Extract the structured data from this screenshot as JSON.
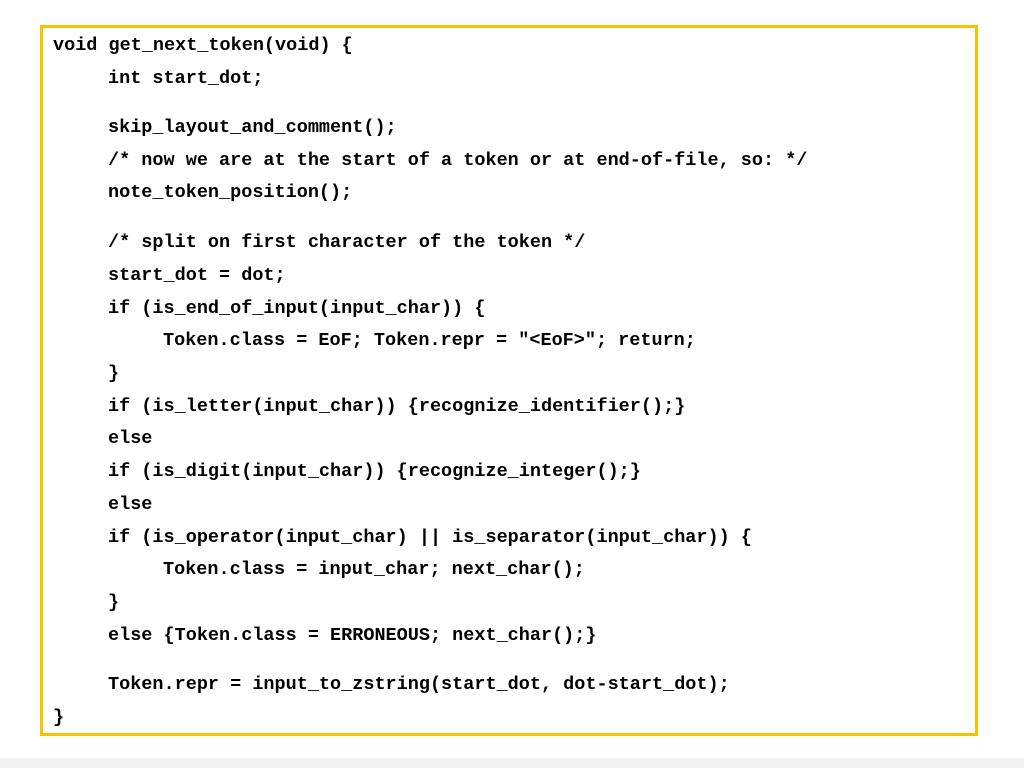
{
  "code": {
    "lines": [
      "void get_next_token(void) {",
      "int start_dot;",
      "skip_layout_and_comment();",
      "/* now we are at the start of a token or at end-of-file, so: */",
      "note_token_position();",
      "/* split on first character of the token */",
      "start_dot = dot;",
      "if (is_end_of_input(input_char)) {",
      "Token.class = EoF; Token.repr = \"<EoF>\"; return;",
      "}",
      "if (is_letter(input_char)) {recognize_identifier();}",
      "else",
      "if (is_digit(input_char)) {recognize_integer();}",
      "else",
      "if (is_operator(input_char) || is_separator(input_char)) {",
      "Token.class = input_char; next_char();",
      "}",
      "else {Token.class = ERRONEOUS; next_char();}",
      "Token.repr = input_to_zstring(start_dot, dot-start_dot);",
      "}"
    ],
    "border_color": "#f5c400"
  }
}
